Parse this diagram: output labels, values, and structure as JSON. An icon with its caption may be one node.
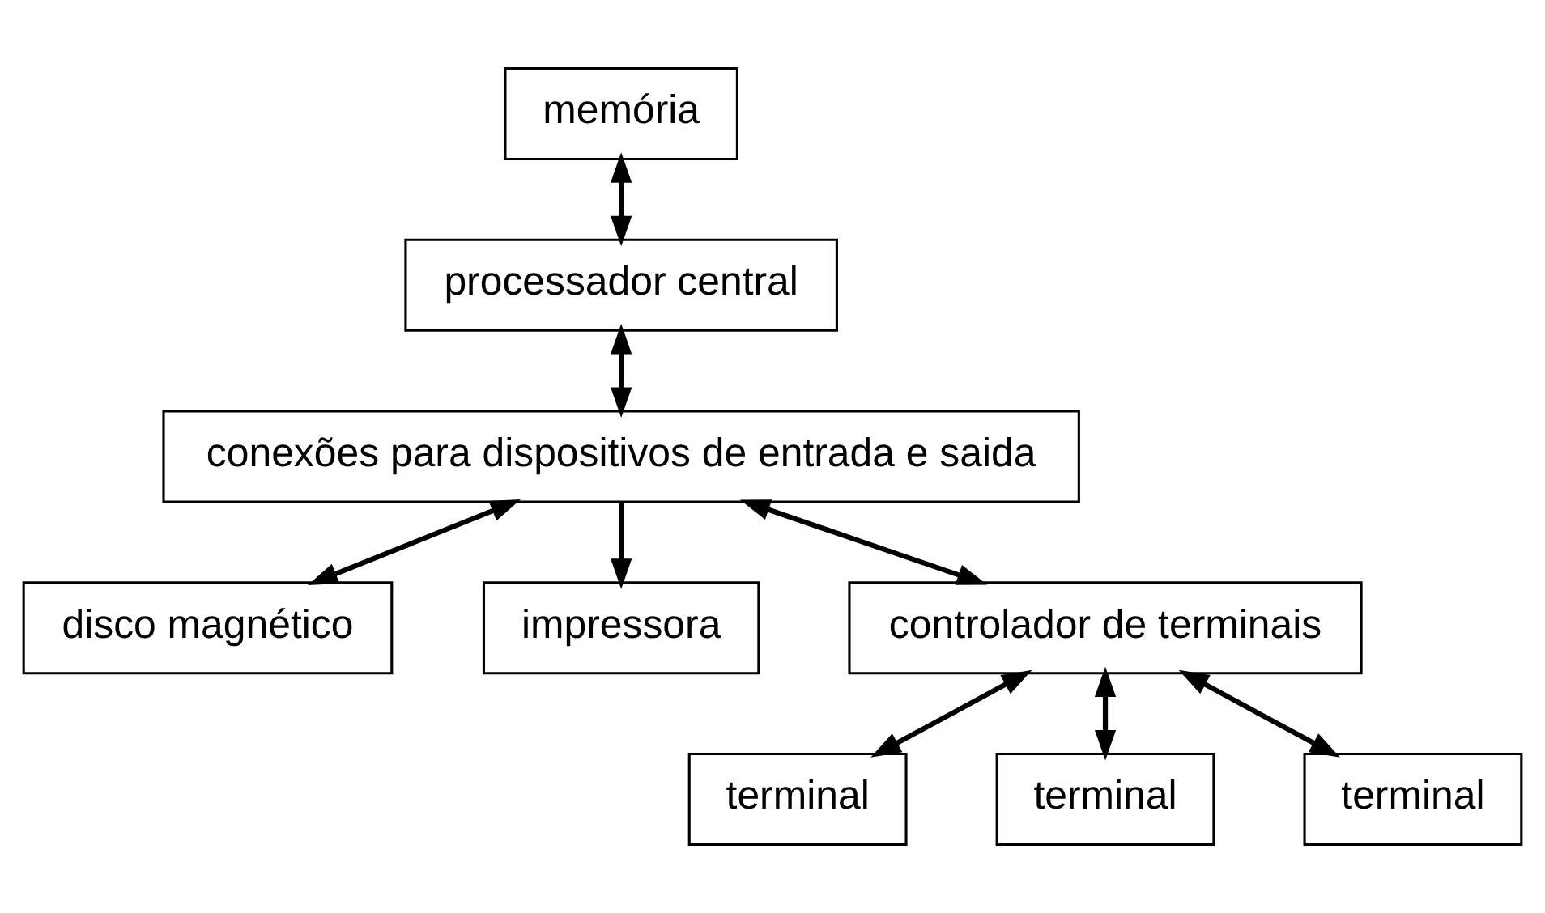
{
  "diagram": {
    "nodes": [
      {
        "text": [
          "memória"
        ]
      },
      {
        "text": [
          "processador central"
        ]
      },
      {
        "text": [
          "conexões para dispositivos de entrada e saida"
        ]
      },
      {
        "text": [
          "disco magnético"
        ]
      },
      {
        "text": [
          "impressora"
        ]
      },
      {
        "text": [
          "controlador de terminais"
        ]
      },
      {
        "text": [
          "terminal"
        ]
      },
      {
        "text": [
          "terminal"
        ]
      },
      {
        "text": [
          "terminal"
        ]
      }
    ],
    "edges": [
      {
        "from": 0,
        "to": 1,
        "arrow": "both"
      },
      {
        "from": 1,
        "to": 2,
        "arrow": "both"
      },
      {
        "from": 2,
        "to": 3,
        "arrow": "both"
      },
      {
        "from": 2,
        "to": 4,
        "arrow": "to"
      },
      {
        "from": 2,
        "to": 5,
        "arrow": "both"
      },
      {
        "from": 5,
        "to": 6,
        "arrow": "both"
      },
      {
        "from": 5,
        "to": 7,
        "arrow": "both"
      },
      {
        "from": 5,
        "to": 8,
        "arrow": "both"
      }
    ]
  }
}
